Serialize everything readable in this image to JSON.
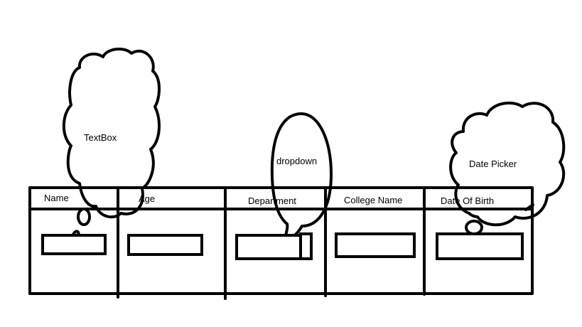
{
  "table": {
    "columns": [
      {
        "header": "Name",
        "control": "textbox"
      },
      {
        "header": "Age",
        "control": "textbox"
      },
      {
        "header": "Department",
        "control": "dropdown"
      },
      {
        "header": "College Name",
        "control": "textbox"
      },
      {
        "header": "Date Of Birth",
        "control": "date-picker"
      }
    ]
  },
  "callouts": {
    "textbox": "TextBox",
    "dropdown": "dropdown",
    "date_picker": "Date Picker"
  }
}
